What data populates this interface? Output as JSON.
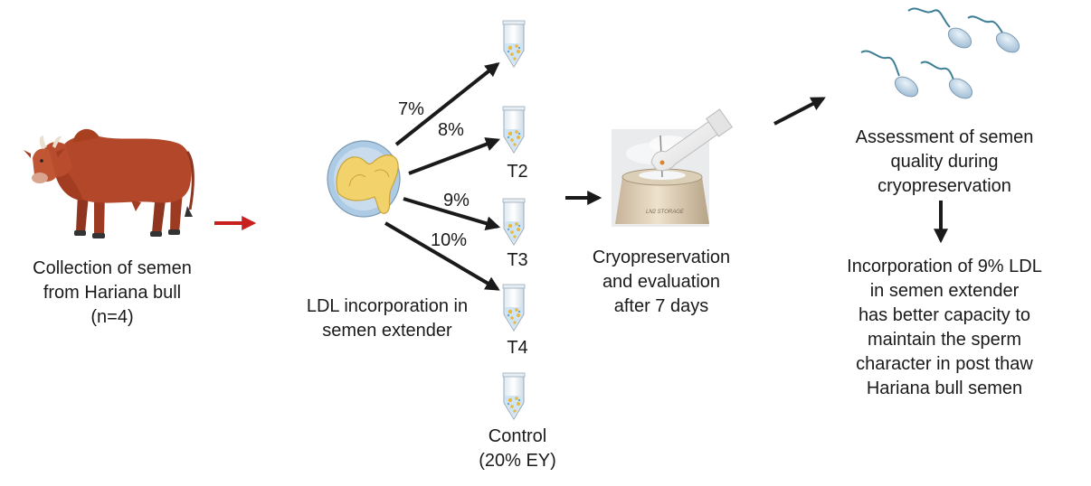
{
  "collection": {
    "line1": "Collection of semen",
    "line2": "from Hariana bull",
    "line3": "(n=4)"
  },
  "ldl": {
    "line1": "LDL incorporation in",
    "line2": "semen extender"
  },
  "percentages": {
    "p7": "7%",
    "p8": "8%",
    "p9": "9%",
    "p10": "10%"
  },
  "tubes": {
    "t2": "T2",
    "t3": "T3",
    "t4": "T4",
    "control_line1": "Control",
    "control_line2": "(20% EY)"
  },
  "cryo": {
    "line1": "Cryopreservation",
    "line2": "and evaluation",
    "line3": "after 7 days",
    "tank_text": "LN2 STORAGE"
  },
  "assessment": {
    "line1": "Assessment of semen",
    "line2": "quality during",
    "line3": "cryopreservation"
  },
  "conclusion": {
    "line1": "Incorporation of  9% LDL",
    "line2": "in semen extender",
    "line3": "has better capacity to",
    "line4": "maintain the sperm",
    "line5": "character in post thaw",
    "line6": "Hariana bull semen"
  },
  "colors": {
    "arrow_black": "#1a1a1a",
    "arrow_red": "#c8201e",
    "bull": "#b3472a",
    "ldl_dish": "#aecbe6",
    "ldl_body": "#f2d36b",
    "sperm_head": "#a9c6de",
    "sperm_tail": "#3f7f96"
  }
}
